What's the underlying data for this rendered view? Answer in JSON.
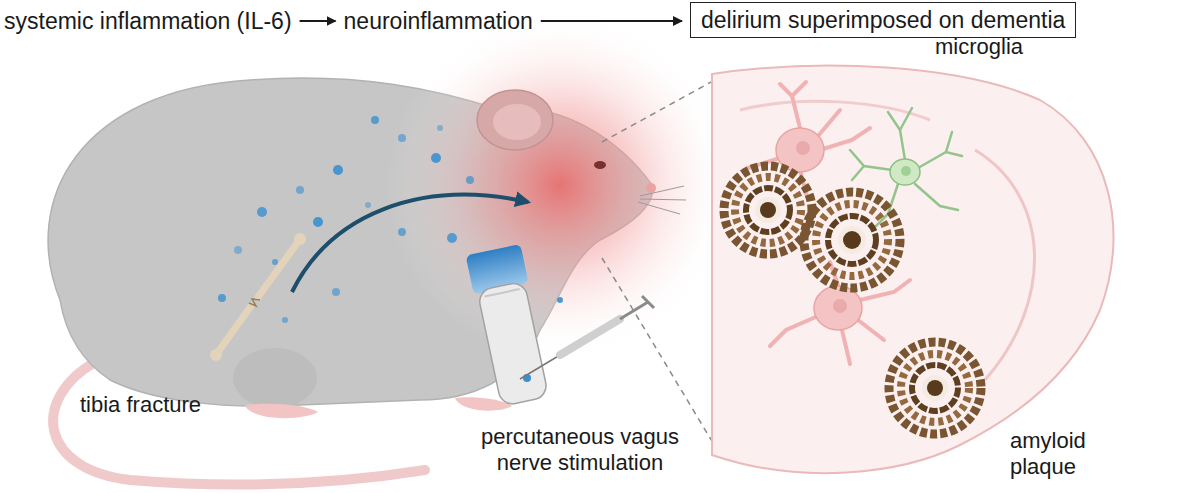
{
  "diagram": {
    "nodes": [
      {
        "text": [
          "systemic inflammation (IL-6)"
        ]
      },
      {
        "text": [
          "neuroinflammation"
        ]
      },
      {
        "text": [
          "delirium superimposed on dementia"
        ]
      }
    ],
    "edges": [
      {
        "from": 0,
        "to": 1,
        "arrow": "to"
      },
      {
        "from": 1,
        "to": 2,
        "arrow": "to"
      }
    ],
    "labels": [
      "tibia fracture",
      "percutaneous vagus nerve stimulation",
      "microglia",
      "amyloid plaque"
    ]
  }
}
